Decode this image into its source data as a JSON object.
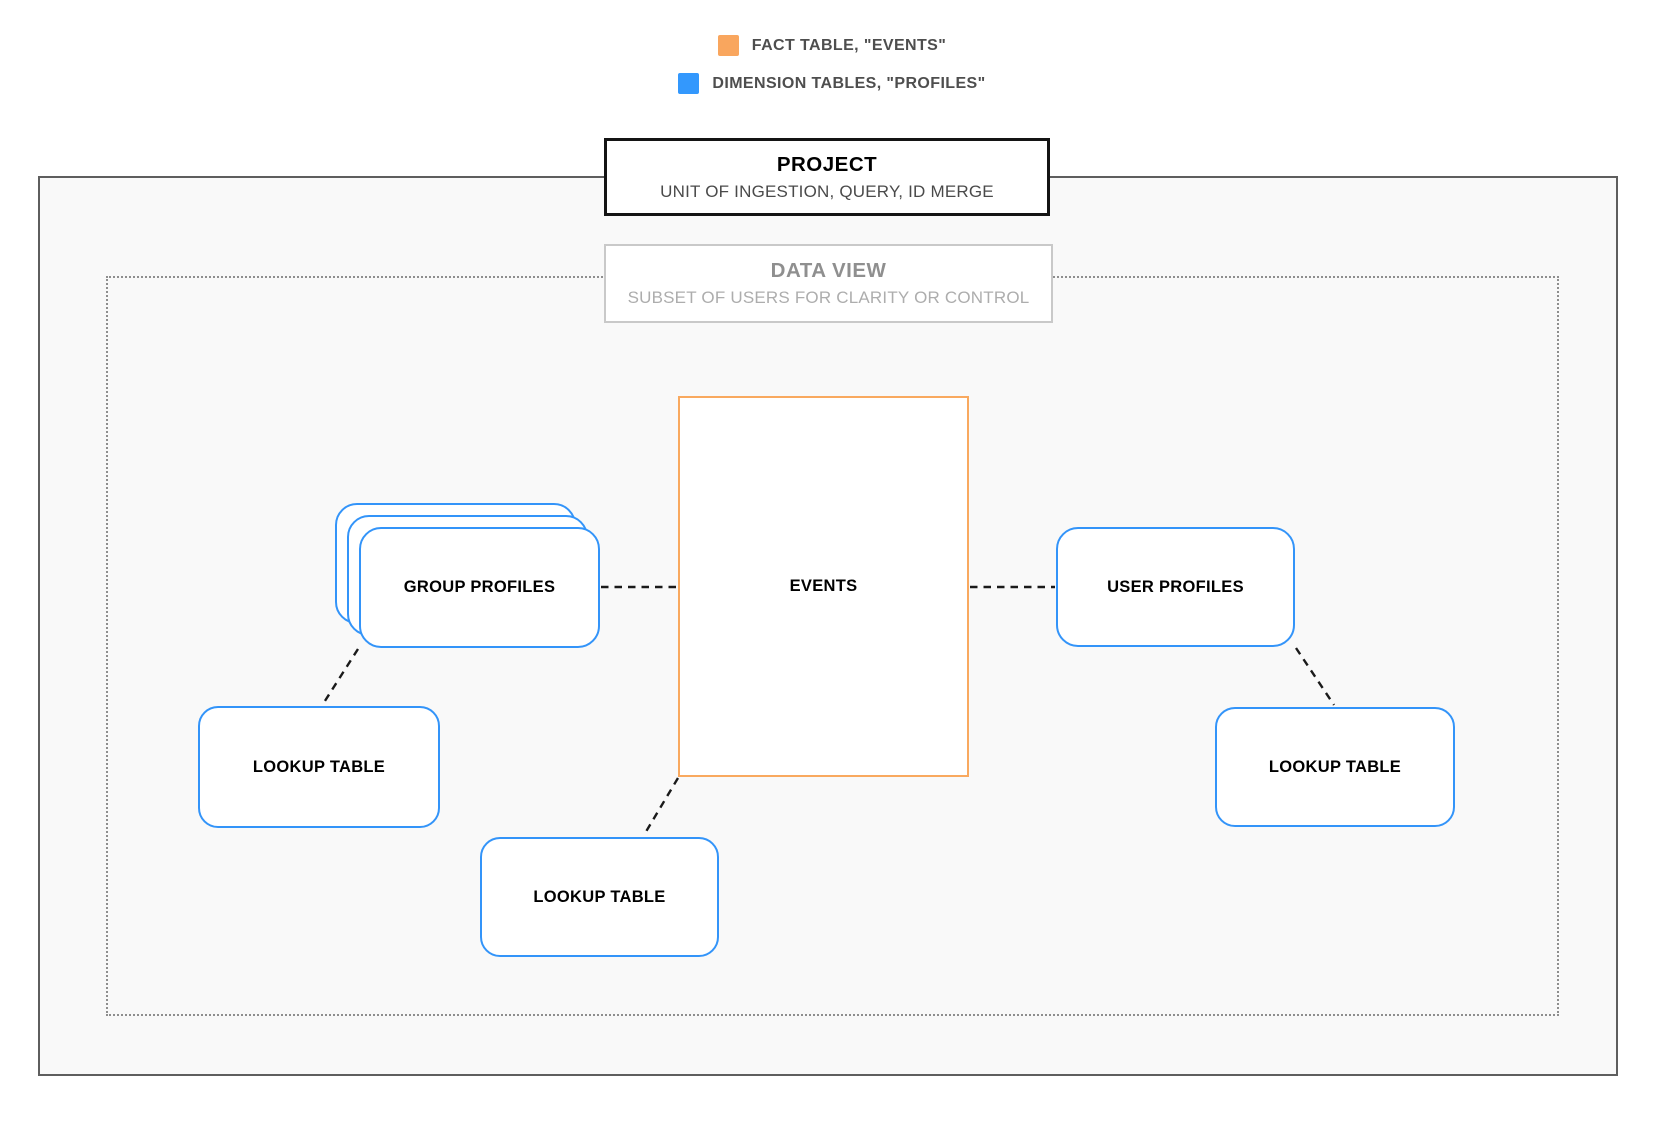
{
  "legend": {
    "items": [
      {
        "name": "fact-table",
        "label": "FACT TABLE, \"EVENTS\"",
        "color": "#F9A65E"
      },
      {
        "name": "dimension-tables",
        "label": "DIMENSION TABLES, \"PROFILES\"",
        "color": "#3398FD"
      }
    ]
  },
  "project": {
    "title": "PROJECT",
    "subtitle": "UNIT OF INGESTION, QUERY, ID MERGE"
  },
  "data_view": {
    "title": "DATA VIEW",
    "subtitle": "SUBSET OF USERS FOR CLARITY OR CONTROL"
  },
  "nodes": {
    "events": {
      "label": "EVENTS",
      "type": "fact"
    },
    "group_profiles": {
      "label": "GROUP PROFILES",
      "type": "dimension"
    },
    "user_profiles": {
      "label": "USER PROFILES",
      "type": "dimension"
    },
    "lookup_left": {
      "label": "LOOKUP TABLE",
      "type": "dimension"
    },
    "lookup_center": {
      "label": "LOOKUP TABLE",
      "type": "dimension"
    },
    "lookup_right": {
      "label": "LOOKUP TABLE",
      "type": "dimension"
    }
  },
  "colors": {
    "fact_accent": "#F9A95F",
    "dimension_accent": "#3394F9",
    "connector": "#1A1A1A",
    "frame_border": "#5E5E5E",
    "frame_fill": "#F9F9F9"
  }
}
